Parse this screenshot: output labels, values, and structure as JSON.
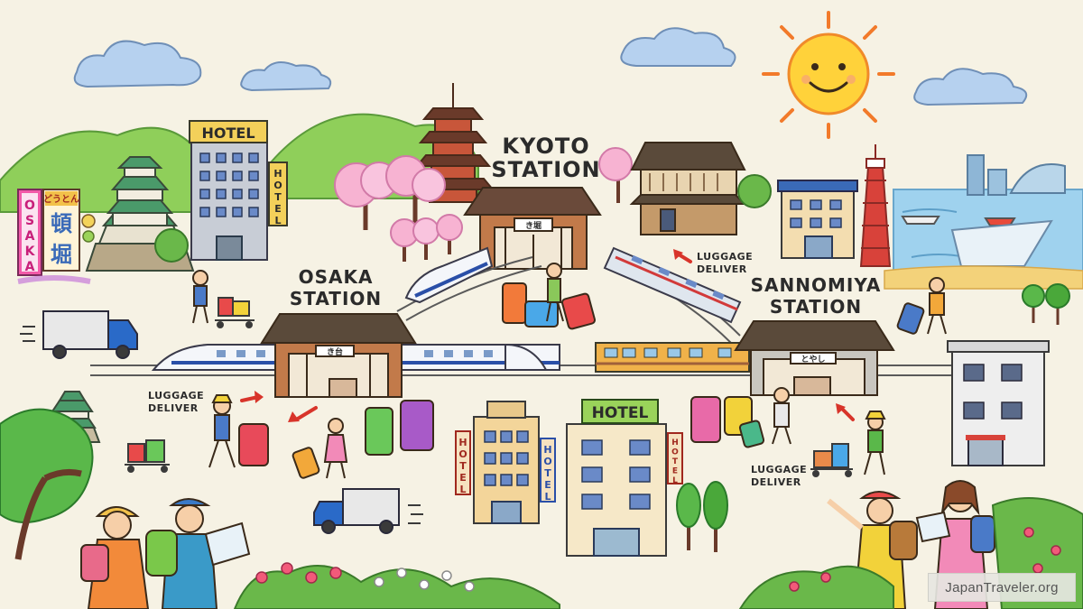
{
  "stations": {
    "kyoto": [
      "KYOTO",
      "STATION"
    ],
    "osaka": [
      "OSAKA",
      "STATION"
    ],
    "sannomiya": [
      "SANNOMIYA",
      "STATION"
    ]
  },
  "hotel_label": "HOTEL",
  "luggage_label": [
    "LUGGAGE",
    "DELIVER"
  ],
  "osaka_sign": [
    "O",
    "S",
    "A",
    "K",
    "A"
  ],
  "dotonbori_sign": {
    "top": "どうとん",
    "chars": [
      "頓",
      "堀"
    ]
  },
  "station_plaques": {
    "kyoto": "き堀",
    "osaka": "き台",
    "sannomiya": "とやし"
  },
  "watermark": "JapanTraveler.org",
  "colors": {
    "background": "#f6f2e4",
    "hills": "#8fcf5a",
    "sky_clouds": "#a9c8ea",
    "sun": "#ffd23a",
    "shinkansen_stripe": "#2a4fa8",
    "local_train": "#f0b24a",
    "water": "#9fd2ee",
    "tower": "#d8423a"
  }
}
